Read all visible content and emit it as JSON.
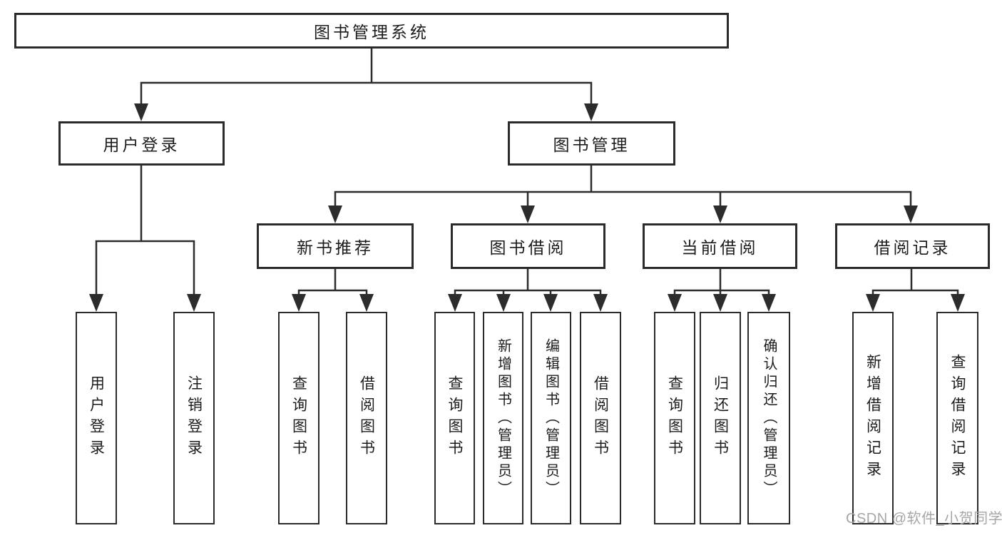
{
  "diagram": {
    "root": {
      "label": "图书管理系统"
    },
    "level2": [
      {
        "label": "用户登录"
      },
      {
        "label": "图书管理"
      }
    ],
    "level3": [
      {
        "label": "新书推荐"
      },
      {
        "label": "图书借阅"
      },
      {
        "label": "当前借阅"
      },
      {
        "label": "借阅记录"
      }
    ],
    "leaves": [
      {
        "label": "用户登录",
        "parent": "用户登录"
      },
      {
        "label": "注销登录",
        "parent": "用户登录"
      },
      {
        "label": "查询图书",
        "parent": "新书推荐"
      },
      {
        "label": "借阅图书",
        "parent": "新书推荐"
      },
      {
        "label": "查询图书",
        "parent": "图书借阅"
      },
      {
        "label": "新增图书（管理员）",
        "parent": "图书借阅"
      },
      {
        "label": "编辑图书（管理员）",
        "parent": "图书借阅"
      },
      {
        "label": "借阅图书",
        "parent": "图书借阅"
      },
      {
        "label": "查询图书",
        "parent": "当前借阅"
      },
      {
        "label": "归还图书",
        "parent": "当前借阅"
      },
      {
        "label": "确认归还（管理员）",
        "parent": "当前借阅"
      },
      {
        "label": "新增借阅记录",
        "parent": "借阅记录"
      },
      {
        "label": "查询借阅记录",
        "parent": "借阅记录"
      }
    ]
  },
  "watermark": {
    "text": "CSDN @软件_小贺同学"
  },
  "colors": {
    "line": "#2c2c2c",
    "box_border": "#2b2b2b",
    "text": "#1c1c1c",
    "background": "#ffffff",
    "watermark": "#a6a6a6"
  }
}
